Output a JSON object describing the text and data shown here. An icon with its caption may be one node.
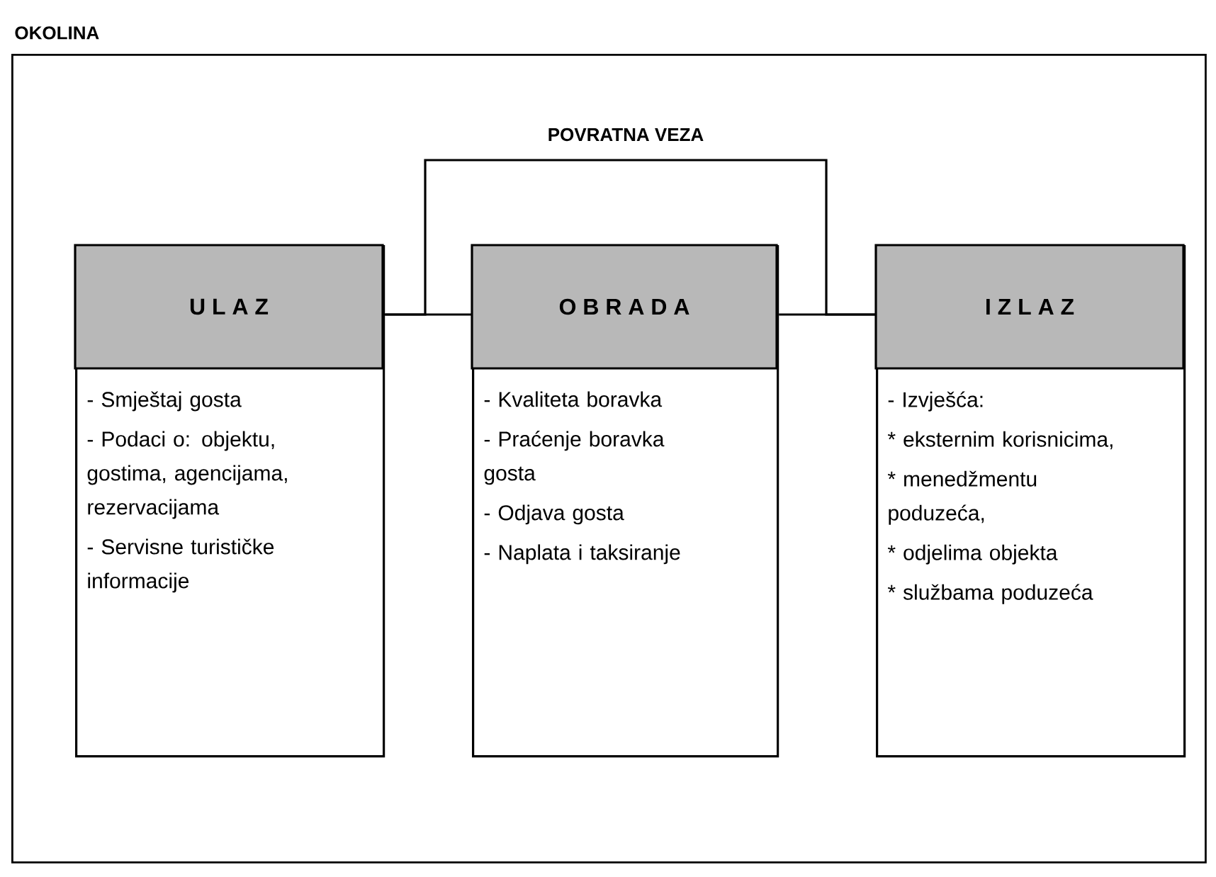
{
  "diagram": {
    "nodes": [
      {
        "text": [
          "OKOLINA"
        ]
      },
      {
        "text": [
          "U L A Z",
          "- Smještaj gosta",
          "- Podaci o: objektu, gostima, agencijama, rezervacijama",
          "- Servisne turističke informacije"
        ],
        "in": 0
      },
      {
        "text": [
          "O B R A D A",
          "- Kvaliteta boravka",
          "- Praćenje boravka gosta",
          "- Odjava gosta",
          "- Naplata i taksiranje"
        ],
        "in": 0
      },
      {
        "text": [
          "I Z L A Z",
          "- Izvješća:",
          "* eksternim korisnicima,",
          "* menedžmentu poduzeća,",
          "* odjelima objekta",
          "* službama poduzeća"
        ],
        "in": 0
      }
    ],
    "edges": [
      {
        "from": 1,
        "to": 2,
        "arrow": "none"
      },
      {
        "from": 2,
        "to": 3,
        "arrow": "none"
      },
      {
        "from": 3,
        "to": 1,
        "arrow": "none",
        "label": "POVRATNA VEZA"
      }
    ]
  }
}
